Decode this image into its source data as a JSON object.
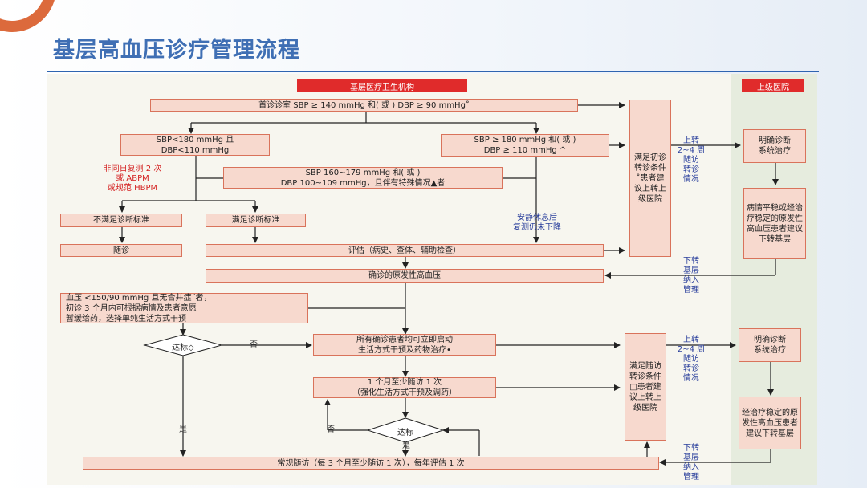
{
  "title": "基层高血压诊疗管理流程",
  "header_primary": "基层医疗卫生机构",
  "header_upper": "上级医院",
  "nodes": {
    "first_visit": "首诊诊室 SBP ≥ 140 mmHg 和( 或 ) DBP ≥ 90 mmHg˚",
    "sbp_low": "SBP<180 mmHg 且\nDBP<110 mmHg",
    "sbp_high": "SBP ≥ 180 mmHg 和( 或 )\nDBP ≥ 110 mmHg ^",
    "sbp_mid": "SBP 160~179 mmHg 和( 或 )\nDBP 100~109 mmHg，且伴有特殊情况▲者",
    "not_meet": "不满足诊断标准",
    "meet": "满足诊断标准",
    "follow": "随诊",
    "assess": "评估（病史、查体、辅助检查）",
    "confirmed": "确诊的原发性高血压",
    "mild": "血压 <150/90 mmHg 且无合并症˝者，\n初诊 3 个月内可根据病情及患者意愿\n暂缓给药，选择单纯生活方式干预",
    "start_all": "所有确诊患者均可立即启动\n生活方式干预及药物治疗•",
    "monthly": "1 个月至少随访 1 次\n（强化生活方式干预及调药）",
    "routine": "常规随访（每 3 个月至少随访 1 次），每年评估 1 次",
    "referral_first": "满足初诊转诊条件˚患者建议上转上级医院",
    "referral_follow": "满足随访转诊条件□患者建议上转上级医院",
    "upper_diag1": "明确诊断\n系统治疗",
    "upper_stable": "病情平稳或经治疗稳定的原发性高血压患者建议下转基层",
    "upper_diag2": "明确诊断\n系统治疗",
    "upper_down2": "经治疗稳定的原发性高血压患者建议下转基层"
  },
  "decisions": {
    "d1": "达标◇",
    "d2": "达标"
  },
  "labels": {
    "same_month": "非同日复测 2 次\n或 ABPM\n或规范 HBPM",
    "rest_remeasure": "安静休息后\n复测仍未下降",
    "up_referral_1": "上转\n2~4 周\n随访\n转诊\n情况",
    "down_referral_1": "下转\n基层\n纳入\n管理",
    "up_referral_2": "上转\n2~4 周\n随访\n转诊\n情况",
    "down_referral_2": "下转\n基层\n纳入\n管理",
    "no1": "否",
    "no2": "否",
    "yes1": "是",
    "yes2": "是"
  },
  "colors": {
    "box_fill": "#f7d9ce",
    "box_border": "#d9735b",
    "header_red": "#e02b2b",
    "title_blue": "#3f6fb4",
    "label_red": "#d42020",
    "label_blue": "#2a3f9c"
  }
}
